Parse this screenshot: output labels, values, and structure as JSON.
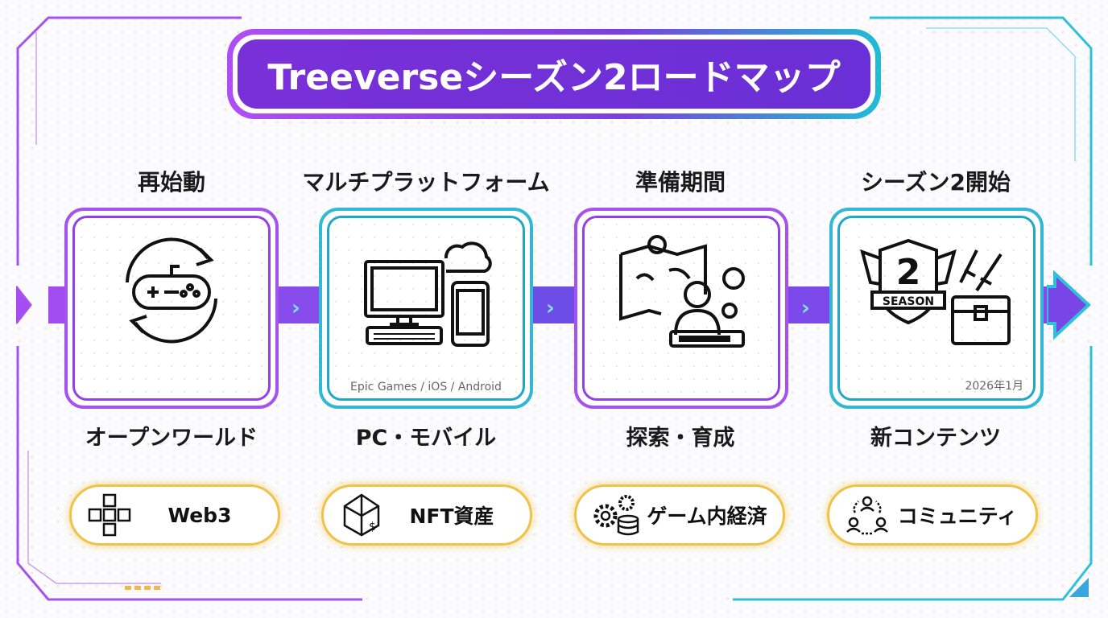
{
  "title": "Treeverseシーズン2ロードマップ",
  "colors": {
    "purple": "#9240e8",
    "cyan": "#1ea8c6",
    "gold": "#efc24a"
  },
  "stages": [
    {
      "heading": "再始動",
      "subtitle": "オープンワールド",
      "note": "",
      "icon": "gamepad-refresh-icon"
    },
    {
      "heading": "マルチプラットフォーム",
      "subtitle": "PC・モバイル",
      "note": "Epic Games / iOS / Android",
      "icon": "devices-cloud-icon"
    },
    {
      "heading": "準備期間",
      "subtitle": "探索・育成",
      "note": "",
      "icon": "map-player-icon"
    },
    {
      "heading": "シーズン2開始",
      "subtitle": "新コンテンツ",
      "note": "2026年1月",
      "icon": "season-chest-icon",
      "badge": "2",
      "badge_label": "SEASON"
    }
  ],
  "pills": [
    {
      "label": "Web3",
      "icon": "blockchain-cubes-icon"
    },
    {
      "label": "NFT資産",
      "icon": "ethereum-nft-icon"
    },
    {
      "label": "ゲーム内経済",
      "icon": "gears-coins-icon"
    },
    {
      "label": "コミュニティ",
      "icon": "community-icon"
    }
  ]
}
